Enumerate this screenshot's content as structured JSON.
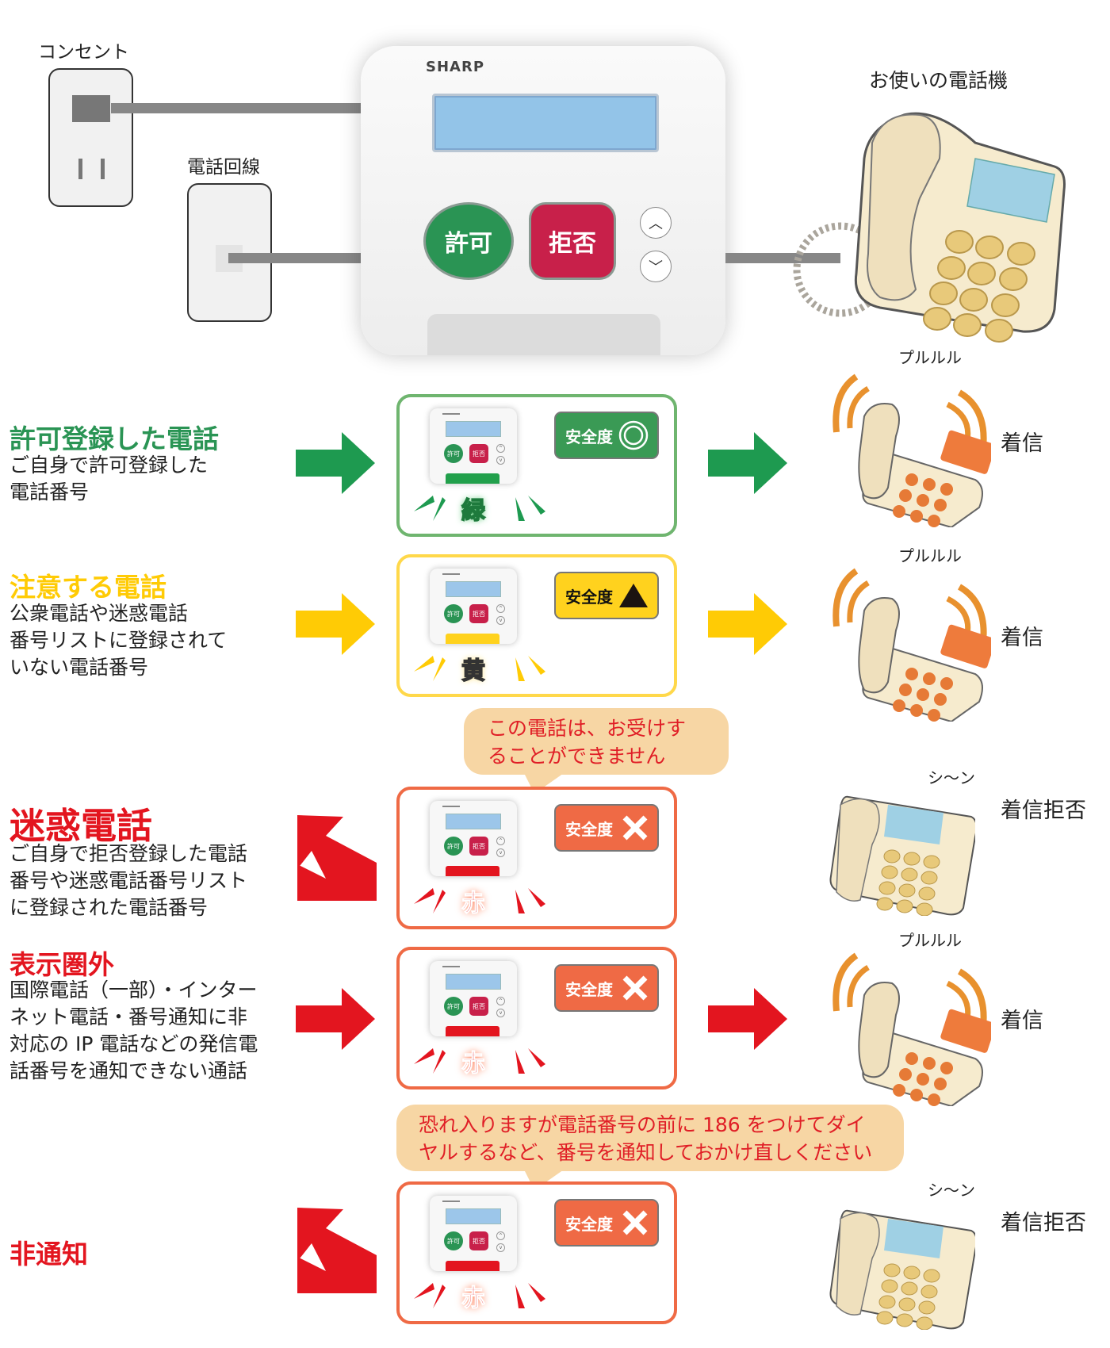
{
  "header": {
    "outlet_label": "コンセント",
    "phone_line_label": "電話回線",
    "your_phone_label": "お使いの電話機"
  },
  "device": {
    "brand": "SHARP",
    "allow_button": "許可",
    "deny_button": "拒否",
    "up_icon": "chevron-up-icon",
    "down_icon": "chevron-down-icon"
  },
  "colors": {
    "green": "#2a9454",
    "yellow": "#ffd21e",
    "red": "#e3151f",
    "orange_box": "#ef6a45",
    "bubble": "#f7d6a4",
    "lcd": "#93c4e8"
  },
  "rows": [
    {
      "title": "許可登録した電話",
      "description": [
        "ご自身で許可登録した",
        "電話番号"
      ],
      "arrow": "right-arrow",
      "led_color_label": "緑",
      "badge_label": "安全度",
      "badge_symbol": "◎",
      "badge_symbol_icon": "double-circle-icon",
      "sound": "プルルル",
      "result": "着信"
    },
    {
      "title": "注意する電話",
      "description": [
        "公衆電話や迷惑電話",
        "番号リストに登録されて",
        "いない電話番号"
      ],
      "arrow": "right-arrow",
      "led_color_label": "黄",
      "badge_label": "安全度",
      "badge_symbol": "▲",
      "badge_symbol_icon": "triangle-icon",
      "sound": "プルルル",
      "result": "着信"
    },
    {
      "title": "迷惑電話",
      "description": [
        "ご自身で拒否登録した電話",
        "番号や迷惑電話番号リスト",
        "に登録された電話番号"
      ],
      "arrow": "return-arrow",
      "bubble": [
        "この電話は、お受けす",
        "ることができません"
      ],
      "led_color_label": "赤",
      "badge_label": "安全度",
      "badge_symbol": "✕",
      "badge_symbol_icon": "cross-icon",
      "sound": "シ〜ン",
      "result": "着信拒否"
    },
    {
      "title": "表示圏外",
      "description": [
        "国際電話（一部）・インター",
        "ネット電話・番号通知に非",
        "対応の IP 電話などの発信電",
        "話番号を通知できない通話"
      ],
      "arrow": "right-arrow",
      "led_color_label": "赤",
      "badge_label": "安全度",
      "badge_symbol": "✕",
      "badge_symbol_icon": "cross-icon",
      "sound": "プルルル",
      "result": "着信"
    },
    {
      "title": "非通知",
      "description": [],
      "arrow": "return-arrow",
      "bubble": [
        "恐れ入りますが電話番号の前に 186 をつけてダイ",
        "ヤルするなど、番号を通知しておかけ直しください"
      ],
      "led_color_label": "赤",
      "badge_label": "安全度",
      "badge_symbol": "✕",
      "badge_symbol_icon": "cross-icon",
      "sound": "シ〜ン",
      "result": "着信拒否"
    }
  ]
}
